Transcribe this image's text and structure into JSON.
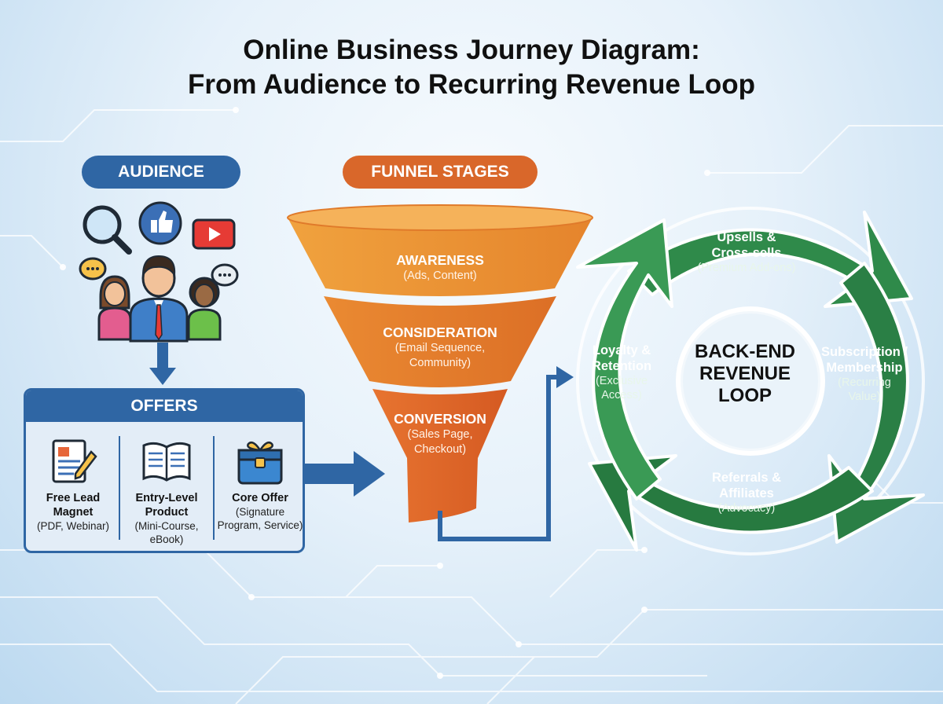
{
  "title": {
    "line1": "Online Business Journey Diagram:",
    "line2": "From Audience to Recurring Revenue Loop"
  },
  "audience": {
    "label": "AUDIENCE",
    "icons": [
      "magnifier-icon",
      "thumbs-up-icon",
      "video-play-icon",
      "chat-bubble-icon",
      "people-group-icon"
    ]
  },
  "offers": {
    "header": "OFFERS",
    "items": [
      {
        "name": "Free Lead Magnet",
        "desc": "(PDF, Webinar)",
        "icon": "document-pencil-icon"
      },
      {
        "name": "Entry-Level Product",
        "desc": "(Mini-Course, eBook)",
        "icon": "open-book-icon"
      },
      {
        "name": "Core Offer",
        "desc": "(Signature Program, Service)",
        "icon": "gift-briefcase-icon"
      }
    ]
  },
  "funnel": {
    "label": "FUNNEL STAGES",
    "stages": [
      {
        "name": "AWARENESS",
        "desc": "(Ads, Content)"
      },
      {
        "name": "CONSIDERATION",
        "desc": "(Email Sequence, Community)"
      },
      {
        "name": "CONVERSION",
        "desc": "(Sales Page, Checkout)"
      }
    ]
  },
  "loop": {
    "center_line1": "BACK-END",
    "center_line2": "REVENUE",
    "center_line3": "LOOP",
    "items": [
      {
        "name_line1": "Upsells &",
        "name_line2": "Cross-sells",
        "desc": "(Premium Add-ons)"
      },
      {
        "name_line1": "Subscription /",
        "name_line2": "Membership",
        "desc_line1": "(Recurring",
        "desc_line2": "Value)"
      },
      {
        "name_line1": "Referrals &",
        "name_line2": "Affiliates",
        "desc": "(Advocacy)"
      },
      {
        "name_line1": "Loyalty &",
        "name_line2": "Retention",
        "desc_line1": "(Exclusive",
        "desc_line2": "Access)"
      }
    ]
  },
  "colors": {
    "blue": "#2f66a4",
    "orange": "#d9672a",
    "funnel_light": "#ef9a3a",
    "green": "#2f8a4a",
    "green_dark": "#1f6b36"
  }
}
